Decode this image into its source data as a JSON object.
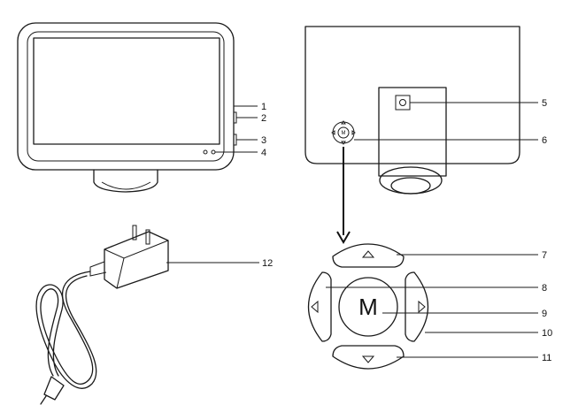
{
  "callouts": {
    "c1": "1",
    "c2": "2",
    "c3": "3",
    "c4": "4",
    "c5": "5",
    "c6": "6",
    "c7": "7",
    "c8": "8",
    "c9": "9",
    "c10": "10",
    "c11": "11",
    "c12": "12"
  },
  "keypad": {
    "menu_label": "M"
  }
}
